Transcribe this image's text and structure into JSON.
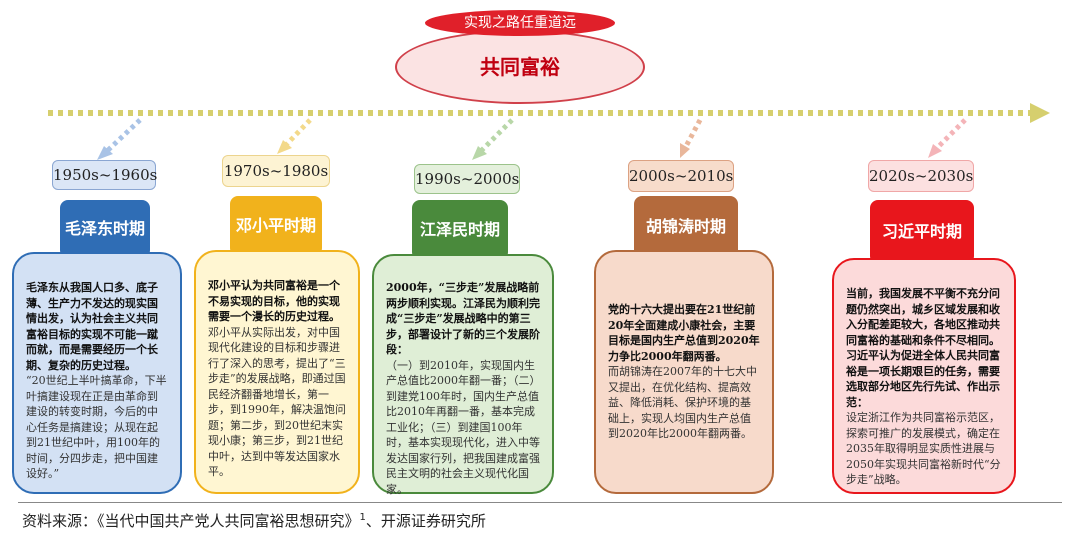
{
  "header": {
    "banner": "实现之路任重道远",
    "title": "共同富裕"
  },
  "colors": {
    "red": "#e0202a",
    "timeline_dots": "#d6cf6e",
    "blue": "#2f6db5",
    "yellow": "#f1b21c",
    "green": "#4a8a3c",
    "orange": "#b46a3c",
    "crimson": "#e8161c"
  },
  "periods": [
    {
      "era": "1950s~1960s",
      "leader": "毛泽东时期",
      "bold": "毛泽东从我国人口多、底子薄、生产力不发达的现实国情出发，认为社会主义共同富裕目标的实现不可能一蹴而就，而是需要经历一个长期、复杂的历史过程。",
      "normal": "“20世纪上半叶搞革命，下半叶搞建设现在正是由革命到建设的转变时期，今后的中心任务是搞建设；从现在起到21世纪中叶，用100年的时间，分四步走，把中国建设好。”"
    },
    {
      "era": "1970s~1980s",
      "leader": "邓小平时期",
      "bold": "邓小平认为共同富裕是一个不易实现的目标，他的实现需要一个漫长的历史过程。",
      "normal": "邓小平从实际出发，对中国现代化建设的目标和步骤进行了深入的思考，提出了“三步走”的发展战略，即通过国民经济翻番地增长，第一步，到1990年，解决温饱问题；第二步，到20世纪末实现小康；第三步，到21世纪中叶，达到中等发达国家水平。"
    },
    {
      "era": "1990s~2000s",
      "leader": "江泽民时期",
      "bold": "2000年，“三步走”发展战略前两步顺利实现。江泽民为顺利完成“三步走”发展战略中的第三步，部署设计了新的三个发展阶段：",
      "normal": "（一）到2010年，实现国内生产总值比2000年翻一番；（二）到建党100年时，国内生产总值比2010年再翻一番，基本完成工业化；（三）到建国100年时，基本实现现代化，进入中等发达国家行列，把我国建成富强民主文明的社会主义现代化国家。"
    },
    {
      "era": "2000s~2010s",
      "leader": "胡锦涛时期",
      "bold": "党的十六大提出要在21世纪前20年全面建成小康社会，主要目标是国内生产总值到2020年力争比2000年翻两番。",
      "normal": "而胡锦涛在2007年的十七大中又提出，在优化结构、提高效益、降低消耗、保护环境的基础上，实现人均国内生产总值到2020年比2000年翻两番。"
    },
    {
      "era": "2020s~2030s",
      "leader": "习近平时期",
      "bold": "当前，我国发展不平衡不充分问题仍然突出，城乡区域发展和收入分配差距较大，各地区推动共同富裕的基础和条件不尽相同。习近平认为促进全体人民共同富裕是一项长期艰巨的任务，需要选取部分地区先行先试、作出示范：",
      "normal": "设定浙江作为共同富裕示范区，探索可推广的发展模式，确定在2035年取得明显实质性进展与2050年实现共同富裕新时代“分步走”战略。"
    }
  ],
  "footer": {
    "source": "资料来源：《当代中国共产党人共同富裕思想研究》",
    "note_mark": "1",
    "source_tail": "、开源证券研究所"
  }
}
